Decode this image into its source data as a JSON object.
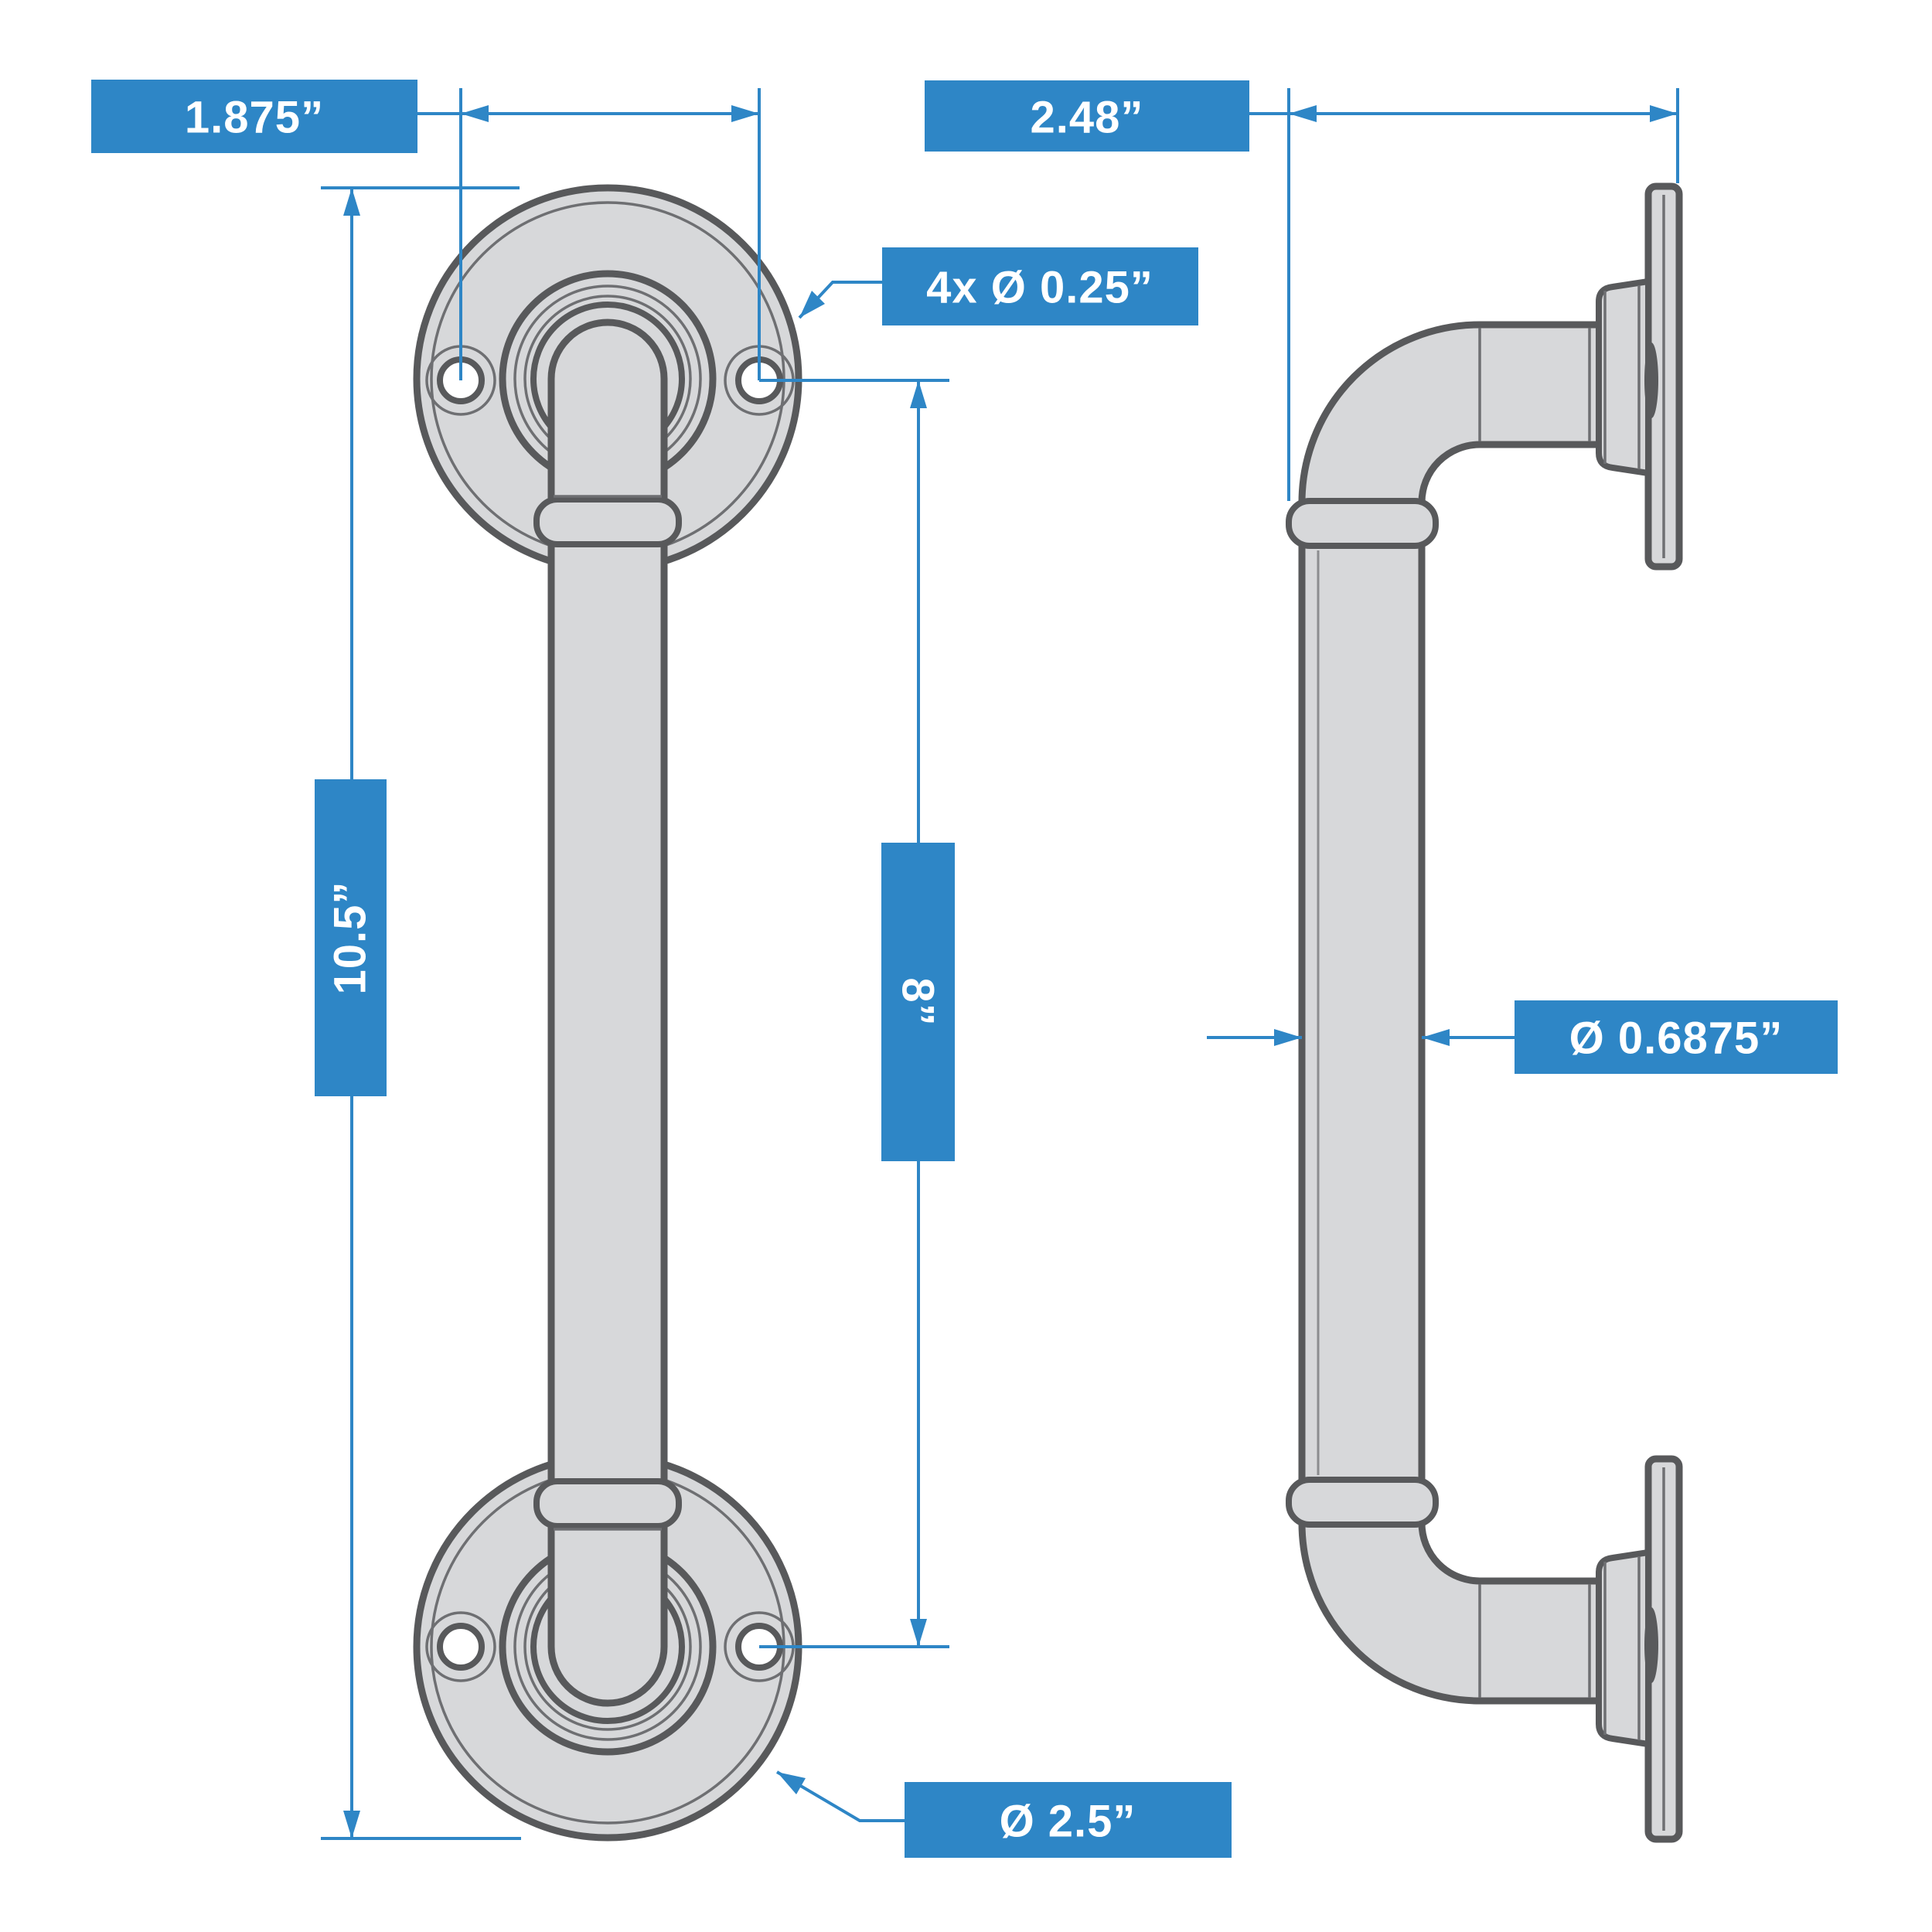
{
  "diagram": {
    "type": "technical-dimension-drawing",
    "subject": "industrial pipe door pull handle, front and side views",
    "colors": {
      "accent_blue": "#2e86c6",
      "part_fill_gray": "#d7d8da",
      "outline_gray": "#58595b",
      "detail_line_gray": "#6e6f72",
      "label_text": "#ffffff",
      "background": "#ffffff"
    },
    "labels": {
      "hole_spacing": "1.875”",
      "projection_depth": "2.48”",
      "mounting_holes": "4x Ø 0.25”",
      "overall_height": "10.5”",
      "hole_center_distance": "8”",
      "pipe_diameter": "Ø 0.6875”",
      "flange_diameter": "Ø 2.5”"
    }
  }
}
